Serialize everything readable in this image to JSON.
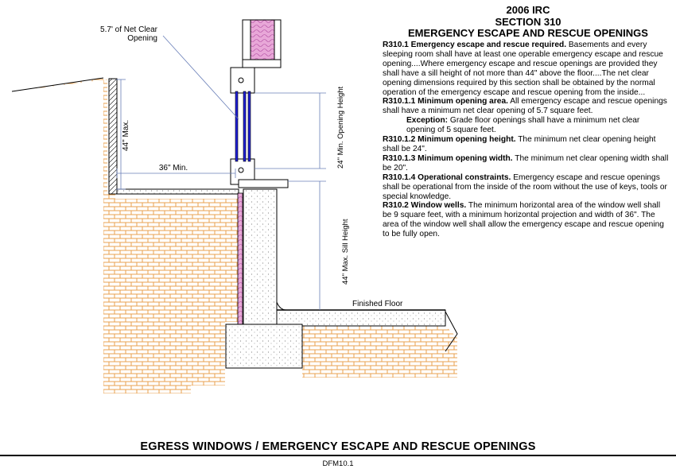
{
  "header": {
    "line1": "2006 IRC",
    "line2": "SECTION 310",
    "line3": "EMERGENCY ESCAPE AND RESCUE OPENINGS"
  },
  "sections": [
    {
      "heading": "R310.1 Emergency escape and rescue required.",
      "text": " Basements and every sleeping room shall have at least one operable emergency escape and rescue opening....Where emergency escape and rescue openings are provided they shall have a sill height of not more than 44\" above the floor....The net clear opening dimensions required by this section shall be obtained by the normal operation of the emergency escape and rescue opening from the inside..."
    },
    {
      "heading": "R310.1.1 Minimum opening area.",
      "text": " All emergency escape and rescue openings shall have a minimum net clear opening of 5.7 square feet."
    },
    {
      "heading": "Exception:",
      "text": " Grade floor openings shall have a minimum net clear opening of 5 square feet."
    },
    {
      "heading": "R310.1.2 Minimum opening height.",
      "text": " The minimum net clear opening height shall be 24\"."
    },
    {
      "heading": "R310.1.3 Minimum opening width.",
      "text": " The minimum net clear opening width shall be 20\"."
    },
    {
      "heading": "R310.1.4 Operational constraints.",
      "text": " Emergency escape and rescue openings shall be operational from the inside of the room without the use of keys, tools or special knowledge."
    },
    {
      "heading": "R310.2 Window wells.",
      "text": " The minimum horizontal area of the window well shall be 9 square feet, with a minimum horizontal projection and width of 36\". The area of the window well shall allow the emergency escape and rescue opening to be fully open."
    }
  ],
  "labels": {
    "net_clear_line1": "5.7' of Net Clear",
    "net_clear_line2": "Opening",
    "max_44": "44\" Max.",
    "min_36": "36\" Min.",
    "min_24_opening": "24\" Min. Opening Height",
    "max_44_sill": "44\" Max. Sill Height",
    "finished_floor": "Finished Floor"
  },
  "footer": {
    "title": "EGRESS WINDOWS / EMERGENCY ESCAPE AND RESCUE OPENINGS",
    "code": "DFM10.1"
  },
  "colors": {
    "soil": "#e9a04f",
    "glass": "#1f1fd8",
    "insulation": "#e8a7d8",
    "concrete_dots": "#888888"
  }
}
